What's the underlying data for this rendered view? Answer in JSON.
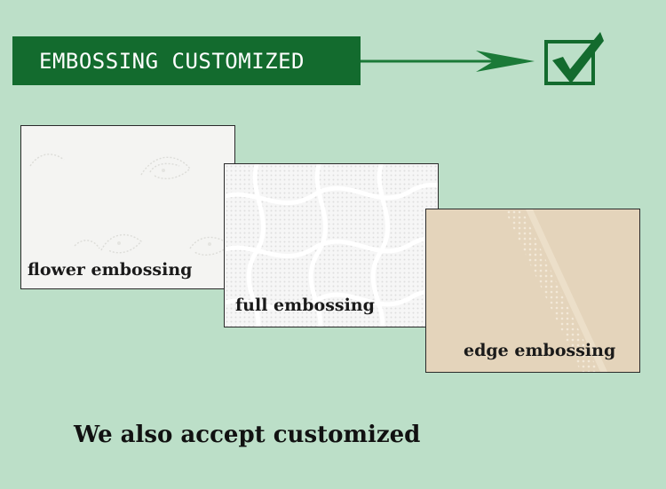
{
  "banner": {
    "title": "EMBOSSING CUSTOMIZED"
  },
  "samples": [
    {
      "label": "flower embossing"
    },
    {
      "label": "full embossing"
    },
    {
      "label": "edge embossing"
    }
  ],
  "tagline": "We also accept customized",
  "icons": {
    "arrow": "arrow-right-icon",
    "check": "checkbox-checked-icon"
  },
  "colors": {
    "background": "#bcdfc8",
    "brand_green": "#136b2e",
    "arrow_green": "#1b7a38",
    "edge_paper": "#e4d4bb"
  }
}
